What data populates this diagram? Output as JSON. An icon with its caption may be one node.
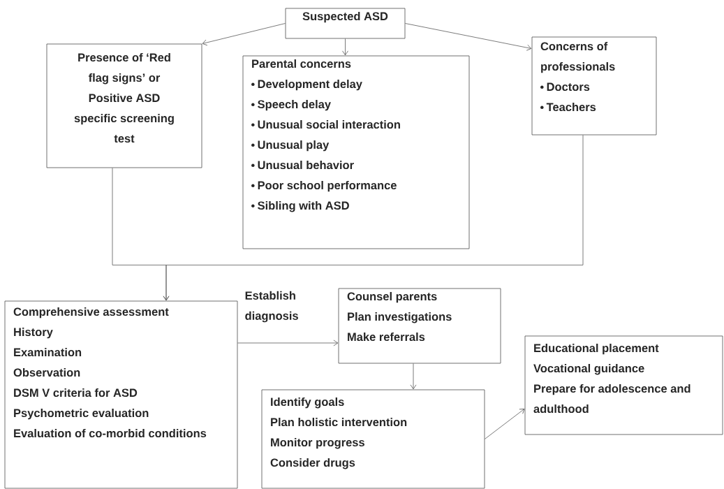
{
  "diagram": {
    "nodes": [
      {
        "text": [
          "Suspected ASD"
        ]
      },
      {
        "text": [
          "Presence of ‘Red flag signs’ or Positive ASD specific screening test"
        ]
      },
      {
        "text": [
          "Parental concerns",
          "Development delay",
          "Speech delay",
          "Unusual social interaction",
          "Unusual play",
          "Unusual behavior",
          "Poor school performance",
          "Sibling with ASD"
        ]
      },
      {
        "text": [
          "Concerns of professionals",
          "Doctors",
          "Teachers"
        ]
      },
      {
        "text": [
          "Comprehensive assessment",
          "History",
          "Examination",
          "Observation",
          "DSM V criteria for ASD",
          "Psychometric evaluation",
          "Evaluation of co-morbid conditions"
        ]
      },
      {
        "text": [
          "Counsel parents",
          "Plan investigations",
          "Make referrals"
        ]
      },
      {
        "text": [
          "Identify goals",
          "Plan holistic intervention",
          "Monitor progress",
          "Consider drugs"
        ]
      },
      {
        "text": [
          "Educational placement",
          "Vocational guidance",
          "Prepare for adolescence and adulthood"
        ]
      }
    ],
    "edges": [
      {
        "from": 0,
        "to": 1,
        "arrow": "to"
      },
      {
        "from": 0,
        "to": 2,
        "arrow": "to"
      },
      {
        "from": 0,
        "to": 3,
        "arrow": "to"
      },
      {
        "from": 1,
        "to": 4,
        "arrow": "to"
      },
      {
        "from": 3,
        "to": 4,
        "arrow": "to"
      },
      {
        "from": 4,
        "to": 5,
        "arrow": "to",
        "label": "Establish diagnosis"
      },
      {
        "from": 5,
        "to": 6,
        "arrow": "to"
      },
      {
        "from": 6,
        "to": 7,
        "arrow": "to"
      }
    ]
  }
}
